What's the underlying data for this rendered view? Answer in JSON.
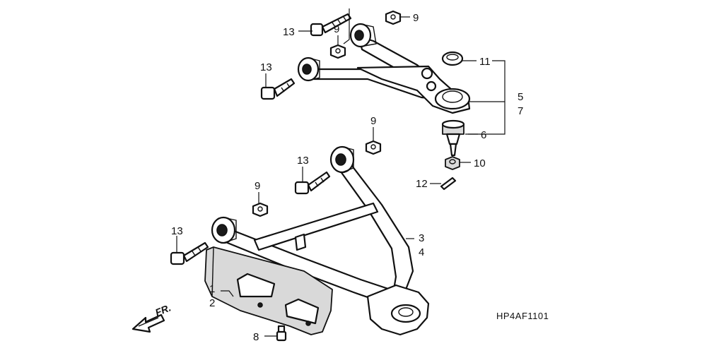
{
  "diagram": {
    "figure_code": "HP4AF1101",
    "direction_label": "FR.",
    "callouts": {
      "c13a": "13",
      "c9a": "9",
      "c9b": "9",
      "c13b": "13",
      "c11": "11",
      "c5": "5",
      "c7": "7",
      "c6": "6",
      "c10": "10",
      "c9c": "9",
      "c13c": "13",
      "c12": "12",
      "c9d": "9",
      "c13d": "13",
      "c3": "3",
      "c4": "4",
      "c1": "1",
      "c2": "2",
      "c8": "8"
    },
    "parts": {
      "upper_arm": "upper-arm",
      "lower_arm": "lower-arm",
      "skid_guard": "skid-guard",
      "ball_joint": "ball-joint",
      "dust_seal": "dust-seal"
    }
  }
}
